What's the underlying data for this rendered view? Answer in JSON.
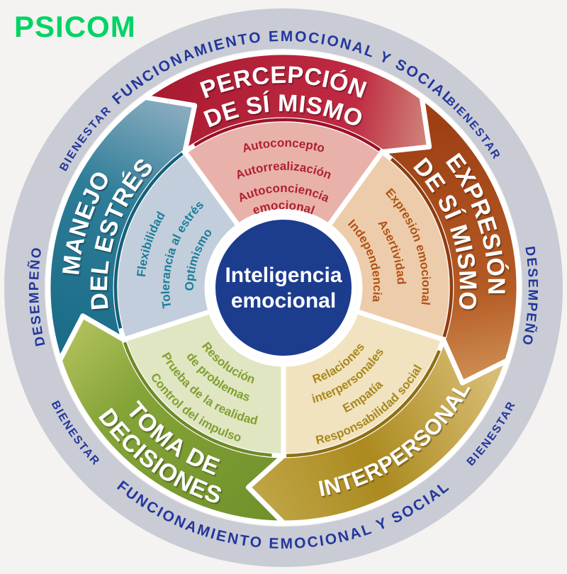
{
  "logo": {
    "text": "PSICOM",
    "color": "#00d465"
  },
  "ring": {
    "top_text": "FUNCIONAMIENTO EMOCIONAL Y SOCIAL",
    "bottom_text": "FUNCIONAMIENTO EMOCIONAL Y SOCIAL",
    "bienestar": "BIENESTAR",
    "desempeno": "DESEMPEÑO",
    "ring_color": "#c9ccd4",
    "text_color": "#23379c"
  },
  "center": {
    "line1": "Inteligencia",
    "line2": "emocional",
    "circle_color": "#1c3c8e",
    "text_color": "#ffffff"
  },
  "sectors": [
    {
      "name": "percepcion-de-si-mismo",
      "heading_lines": [
        "PERCEPCIÓN",
        "DE SÍ MISMO"
      ],
      "items": [
        "Autoconcepto",
        "Autorrealización",
        "Autoconciencia emocional"
      ],
      "item_lines": [
        "Autoconcepto",
        "Autorrealización",
        "Autoconciencia",
        "emocional"
      ],
      "band_color": "#b92136",
      "inner_color": "#e8b2ab",
      "item_text_color": "#b02030"
    },
    {
      "name": "expresion-de-si-mismo",
      "heading_lines": [
        "EXPRESIÓN",
        "DE SÍ MISMO"
      ],
      "items": [
        "Expresión emocional",
        "Asertividad",
        "Independencia"
      ],
      "item_lines": [
        "Expresión emocional",
        "Asertividad",
        "Independencia"
      ],
      "band_color": "#b2561f",
      "inner_color": "#edccab",
      "item_text_color": "#b05315"
    },
    {
      "name": "interpersonal",
      "heading_lines": [
        "INTERPERSONAL"
      ],
      "items": [
        "Relaciones interpersonales",
        "Empatía",
        "Responsabilidad social"
      ],
      "item_lines": [
        "Relaciones",
        "interpersonales",
        "Empatía",
        "Responsabilidad social"
      ],
      "band_color": "#ad8c1d",
      "inner_color": "#f1e3bf",
      "item_text_color": "#a8871c"
    },
    {
      "name": "toma-de-decisiones",
      "heading_lines": [
        "TOMA DE",
        "DECISIONES"
      ],
      "items": [
        "Resolución de problemas",
        "Prueba de la realidad",
        "Control del impulso"
      ],
      "item_lines": [
        "Resolución",
        "de problemas",
        "Prueba de la realidad",
        "Control del impulso"
      ],
      "band_color": "#81a035",
      "inner_color": "#e0e5c2",
      "item_text_color": "#7fa02f"
    },
    {
      "name": "manejo-del-estres",
      "heading_lines": [
        "MANEJO",
        "DEL ESTRÉS"
      ],
      "items": [
        "Flexibilidad",
        "Tolerancia al estrés",
        "Optimismo"
      ],
      "item_lines": [
        "Flexibilidad",
        "Tolerancia al estrés",
        "Optimismo"
      ],
      "band_color": "#22758f",
      "inner_color": "#c2cedb",
      "item_text_color": "#1a7e9a"
    }
  ]
}
